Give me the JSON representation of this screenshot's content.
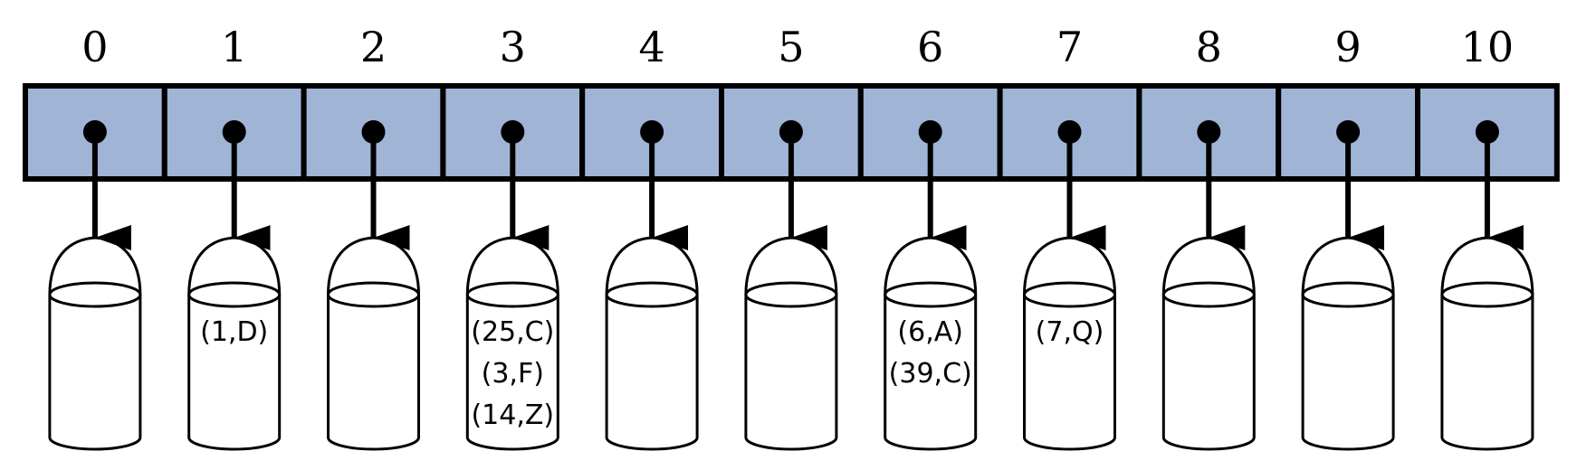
{
  "colors": {
    "cell_fill": "#a0b4d6",
    "stroke": "#000000",
    "background": "#ffffff"
  },
  "buckets": [
    {
      "index": "0",
      "entries": []
    },
    {
      "index": "1",
      "entries": [
        "(1,D)"
      ]
    },
    {
      "index": "2",
      "entries": []
    },
    {
      "index": "3",
      "entries": [
        "(25,C)",
        "(3,F)",
        "(14,Z)"
      ]
    },
    {
      "index": "4",
      "entries": []
    },
    {
      "index": "5",
      "entries": []
    },
    {
      "index": "6",
      "entries": [
        "(6,A)",
        "(39,C)"
      ]
    },
    {
      "index": "7",
      "entries": [
        "(7,Q)"
      ]
    },
    {
      "index": "8",
      "entries": []
    },
    {
      "index": "9",
      "entries": []
    },
    {
      "index": "10",
      "entries": []
    }
  ]
}
